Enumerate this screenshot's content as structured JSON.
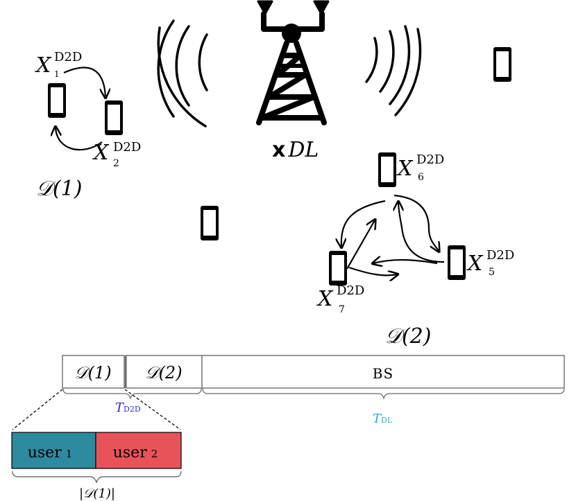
{
  "tower": {
    "label_main": "x",
    "label_sub": "DL"
  },
  "d2d_superscript": "D2D",
  "clusters": [
    {
      "label": "𝒟(1)",
      "users": [
        {
          "var": "X",
          "index": "1"
        },
        {
          "var": "X",
          "index": "2"
        }
      ]
    },
    {
      "label": "𝒟(2)",
      "users": [
        {
          "var": "X",
          "index": "6"
        },
        {
          "var": "X",
          "index": "5"
        },
        {
          "var": "X",
          "index": "7"
        }
      ]
    }
  ],
  "frame": {
    "slots": [
      "𝒟(1)",
      "𝒟(2)",
      "BS"
    ],
    "brace_d2d": {
      "main": "T",
      "sub": "D2D"
    },
    "brace_dl": {
      "main": "T",
      "sub": "DL"
    }
  },
  "subframe": {
    "slots": [
      {
        "text": "user",
        "index": "1",
        "color": "#2e8a9e"
      },
      {
        "text": "user",
        "index": "2",
        "color": "#e8535a"
      }
    ],
    "brace_label": "|𝒟(1)|"
  },
  "colors": {
    "t_d2d": "#2b2bd6",
    "t_dl": "#23a9d9"
  }
}
